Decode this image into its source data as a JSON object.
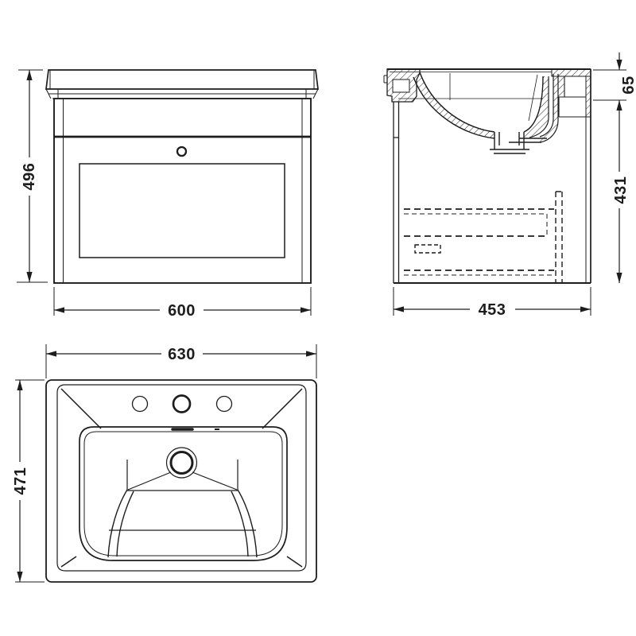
{
  "drawing": {
    "front_view": {
      "height_mm": "496",
      "width_mm": "600"
    },
    "side_view": {
      "basin_height_mm": "65",
      "cabinet_height_mm": "431",
      "depth_mm": "453"
    },
    "plan_view": {
      "width_mm": "630",
      "depth_mm": "471"
    },
    "colors": {
      "line": "#1d1d1d",
      "background": "#ffffff"
    }
  }
}
